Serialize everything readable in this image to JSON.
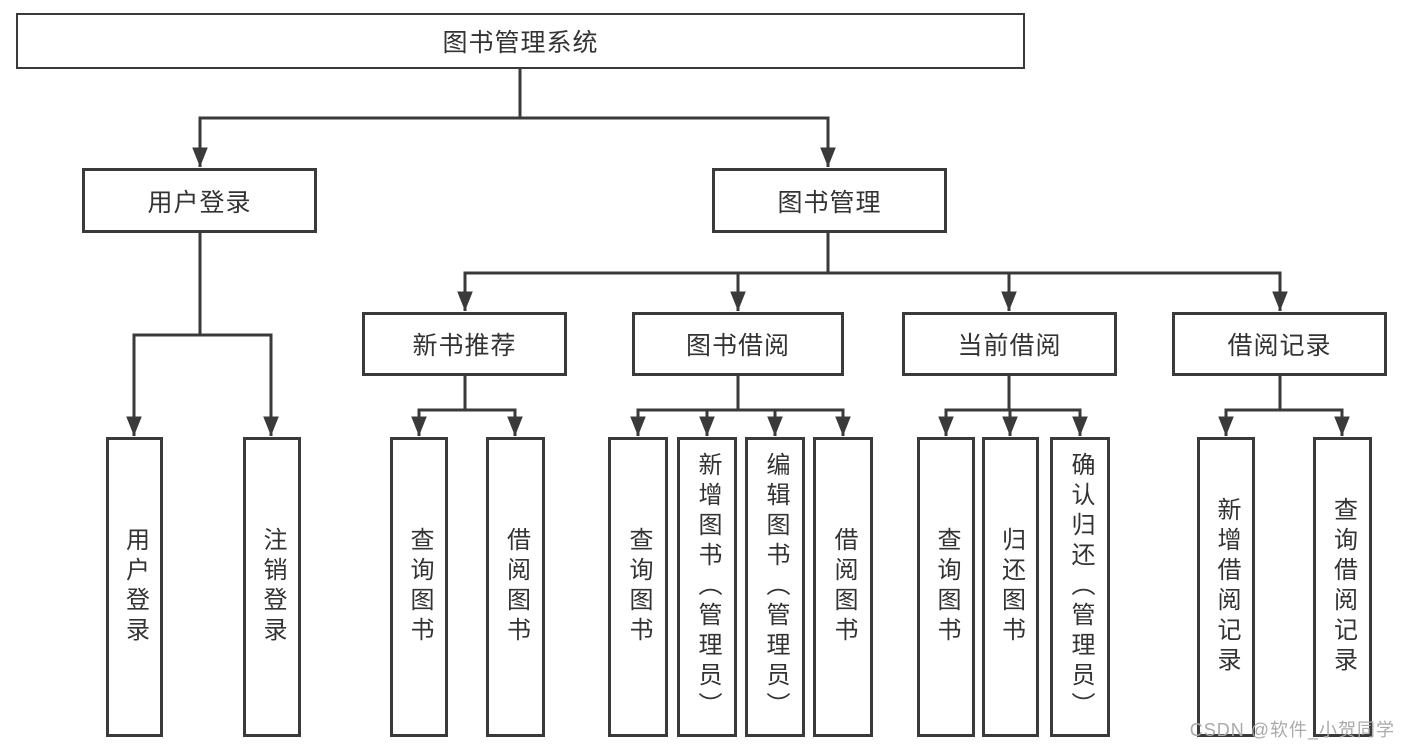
{
  "diagram": {
    "root": {
      "label": "图书管理系统"
    },
    "branches": [
      {
        "label": "用户登录",
        "children": [
          {
            "label": "用户登录"
          },
          {
            "label": "注销登录"
          }
        ]
      },
      {
        "label": "图书管理",
        "children": [
          {
            "label": "新书推荐",
            "children": [
              {
                "label": "查询图书"
              },
              {
                "label": "借阅图书"
              }
            ]
          },
          {
            "label": "图书借阅",
            "children": [
              {
                "label": "查询图书"
              },
              {
                "label": "新增图书（管理员）"
              },
              {
                "label": "编辑图书（管理员）"
              },
              {
                "label": "借阅图书"
              }
            ]
          },
          {
            "label": "当前借阅",
            "children": [
              {
                "label": "查询图书"
              },
              {
                "label": "归还图书"
              },
              {
                "label": "确认归还（管理员）"
              }
            ]
          },
          {
            "label": "借阅记录",
            "children": [
              {
                "label": "新增借阅记录"
              },
              {
                "label": "查询借阅记录"
              }
            ]
          }
        ]
      }
    ]
  },
  "watermark": {
    "text": "CSDN @软件_小贺同学"
  },
  "colors": {
    "line": "#3a3a3a",
    "text": "#333333",
    "watermark_gray": "#aaaaaa",
    "background": "#ffffff"
  }
}
